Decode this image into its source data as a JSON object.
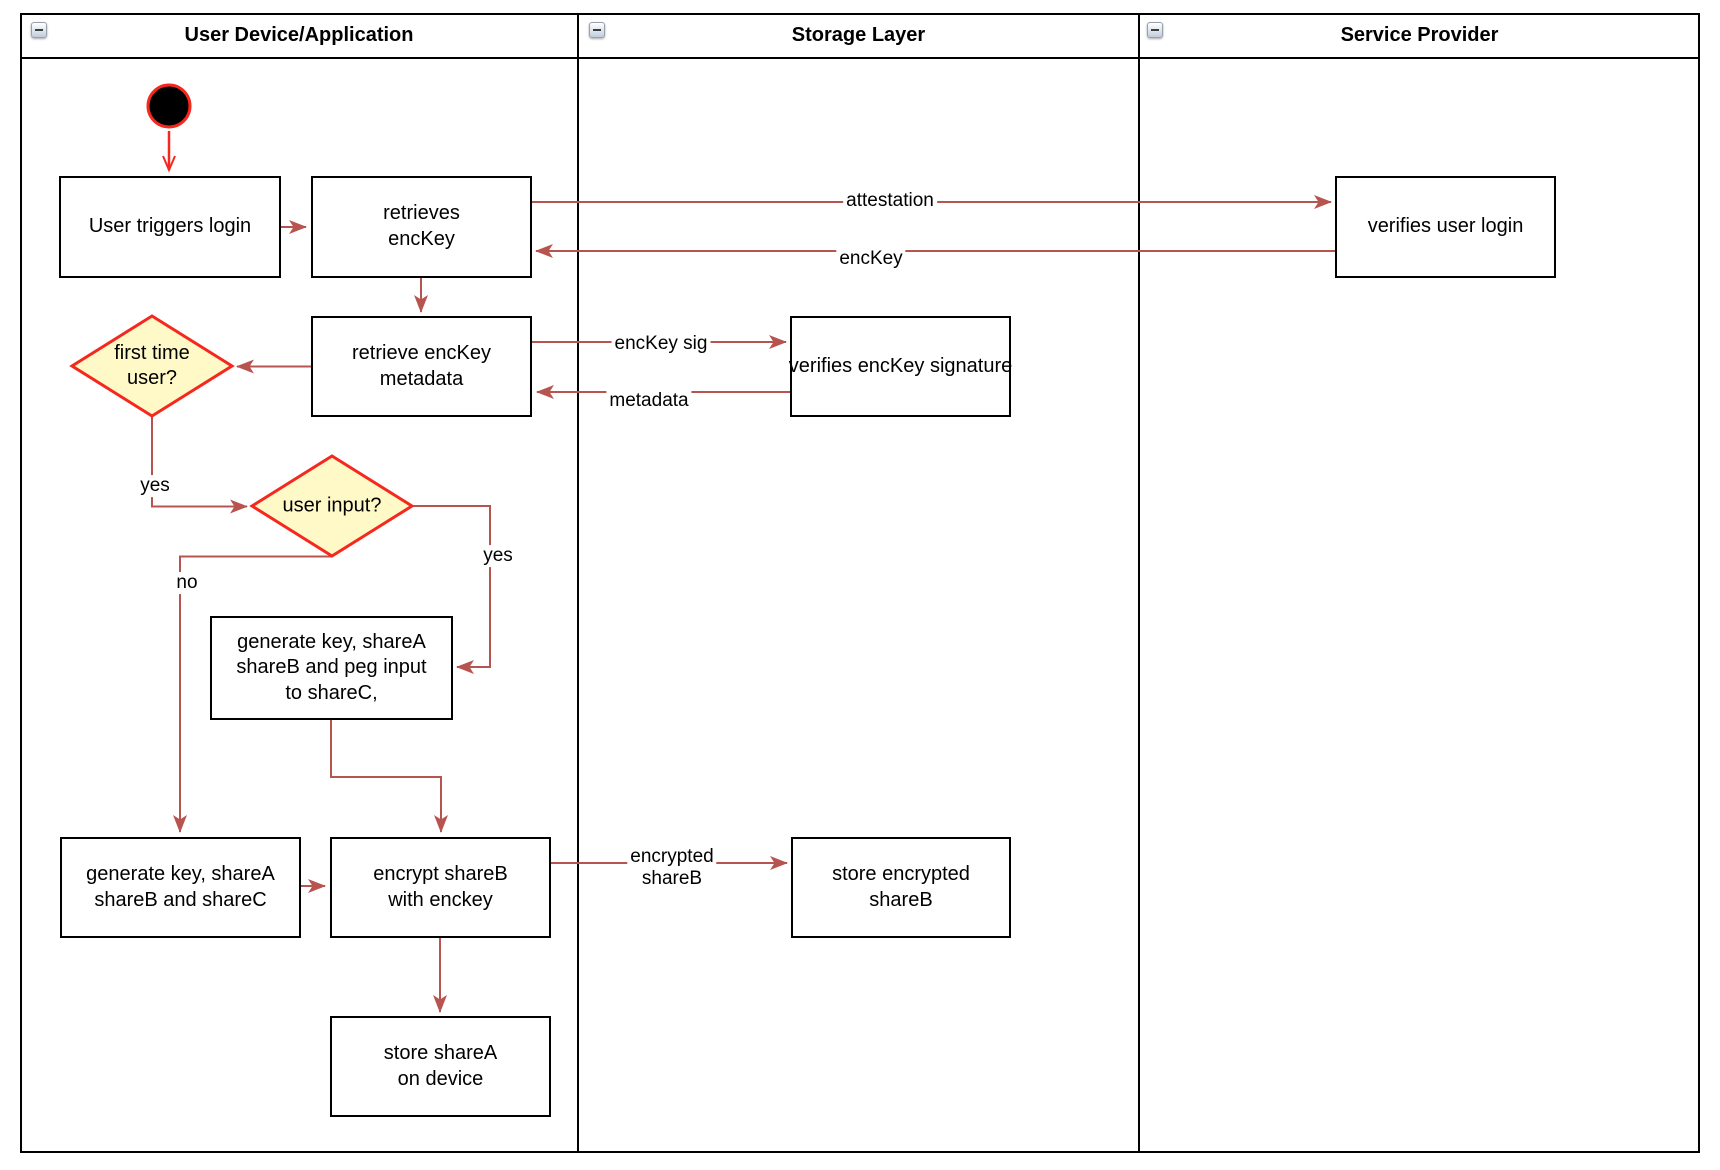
{
  "colors": {
    "edge-color": "#B85450",
    "start-color": "#F5281E",
    "diamond-fill": "#FFF9C8",
    "diamond-stroke": "#F5281E",
    "node-border": "#000000",
    "lane-border": "#000000"
  },
  "lanes": [
    {
      "title": "User Device/Application"
    },
    {
      "title": "Storage Layer"
    },
    {
      "title": "Service Provider"
    }
  ],
  "nodes": {
    "user_triggers_login": {
      "label": "User triggers login"
    },
    "retrieves_enckey": {
      "label": "retrieves\nencKey"
    },
    "verifies_user_login": {
      "label": "verifies user login"
    },
    "retrieve_enckey_metadata": {
      "label": "retrieve encKey\nmetadata"
    },
    "verifies_enckey_signature": {
      "label": "verifies encKey signature"
    },
    "first_time_user": {
      "label": "first time\nuser?"
    },
    "user_input": {
      "label": "user input?"
    },
    "generate_key_peg_input": {
      "label": "generate key, shareA\nshareB and peg input\nto shareC,"
    },
    "generate_key_sharec": {
      "label": "generate key, shareA\nshareB and shareC"
    },
    "encrypt_shareb": {
      "label": "encrypt shareB\nwith enckey"
    },
    "store_encrypted_shareb": {
      "label": "store encrypted\nshareB"
    },
    "store_sharea_on_device": {
      "label": "store shareA\non device"
    }
  },
  "edges": {
    "attestation": {
      "label": "attestation"
    },
    "enckey": {
      "label": "encKey"
    },
    "enckey_sig": {
      "label": "encKey sig"
    },
    "metadata": {
      "label": "metadata"
    },
    "yes_first_time": {
      "label": "yes"
    },
    "no_user_input": {
      "label": "no"
    },
    "yes_user_input": {
      "label": "yes"
    },
    "encrypted_shareb": {
      "label": "encrypted\nshareB"
    }
  }
}
